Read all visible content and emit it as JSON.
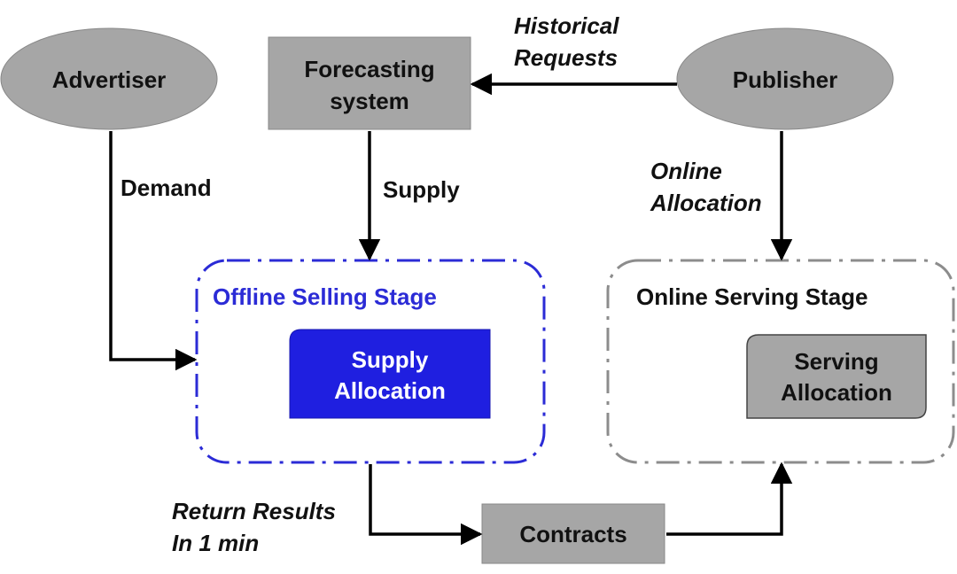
{
  "nodes": {
    "advertiser": "Advertiser",
    "forecasting_line1": "Forecasting",
    "forecasting_line2": "system",
    "publisher": "Publisher",
    "supply_allocation_line1": "Supply",
    "supply_allocation_line2": "Allocation",
    "serving_allocation_line1": "Serving",
    "serving_allocation_line2": "Allocation",
    "contracts": "Contracts"
  },
  "stages": {
    "offline": "Offline Selling Stage",
    "online": "Online Serving Stage"
  },
  "edges": {
    "historical_line1": "Historical",
    "historical_line2": "Requests",
    "demand": "Demand",
    "supply": "Supply",
    "online_alloc_line1": "Online",
    "online_alloc_line2": "Allocation",
    "return_line1": "Return Results",
    "return_line2": "In 1 min"
  },
  "colors": {
    "gray_fill": "#a6a6a6",
    "blue_fill": "#1f1fe0",
    "blue_border": "#2b2bd6",
    "gray_border": "#8c8c8c",
    "text": "#111111"
  }
}
